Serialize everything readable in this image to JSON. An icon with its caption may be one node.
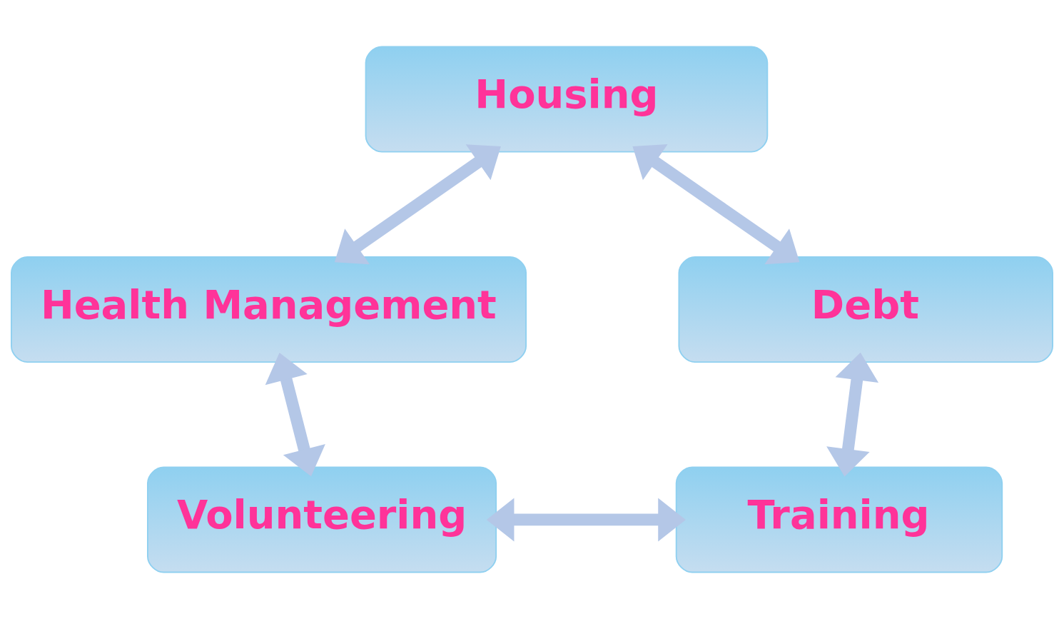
{
  "diagram": {
    "nodes": [
      {
        "text": [
          "Housing"
        ]
      },
      {
        "text": [
          "Health Management"
        ]
      },
      {
        "text": [
          "Debt"
        ]
      },
      {
        "text": [
          "Volunteering"
        ]
      },
      {
        "text": [
          "Training"
        ]
      }
    ],
    "edges": [
      {
        "from": 0,
        "to": 1,
        "arrow": "both"
      },
      {
        "from": 0,
        "to": 2,
        "arrow": "both"
      },
      {
        "from": 1,
        "to": 3,
        "arrow": "both"
      },
      {
        "from": 2,
        "to": 4,
        "arrow": "both"
      },
      {
        "from": 3,
        "to": 4,
        "arrow": "both"
      }
    ]
  }
}
